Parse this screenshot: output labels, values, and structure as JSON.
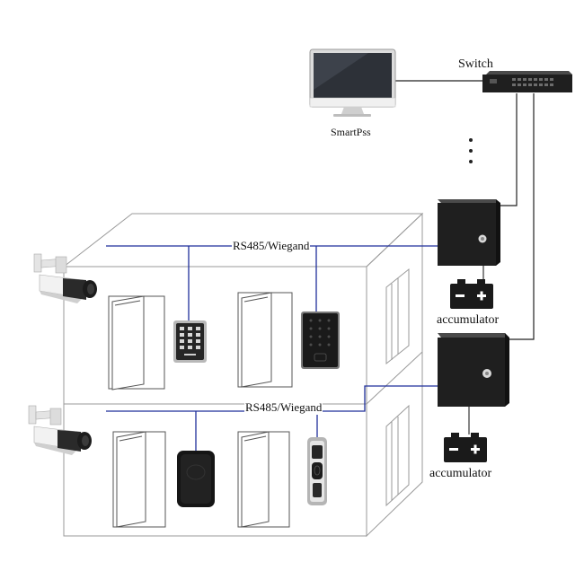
{
  "labels": {
    "switch": "Switch",
    "smartpss": "SmartPss",
    "bus_upper": "RS485/Wiegand",
    "bus_lower": "RS485/Wiegand",
    "accumulator_upper": "accumulator",
    "accumulator_lower": "accumulator"
  },
  "colors": {
    "bus_line": "#1f2f9a",
    "network_line": "#222222",
    "building_line": "#9a9a9a",
    "device_dark": "#1d1d1d"
  },
  "icons": [
    "computer-monitor-icon",
    "network-switch-icon",
    "access-controller-icon",
    "battery-icon",
    "bullet-camera-icon",
    "keypad-reader-icon",
    "touch-keypad-reader-icon",
    "card-reader-icon",
    "fingerprint-reader-icon",
    "door-icon"
  ]
}
